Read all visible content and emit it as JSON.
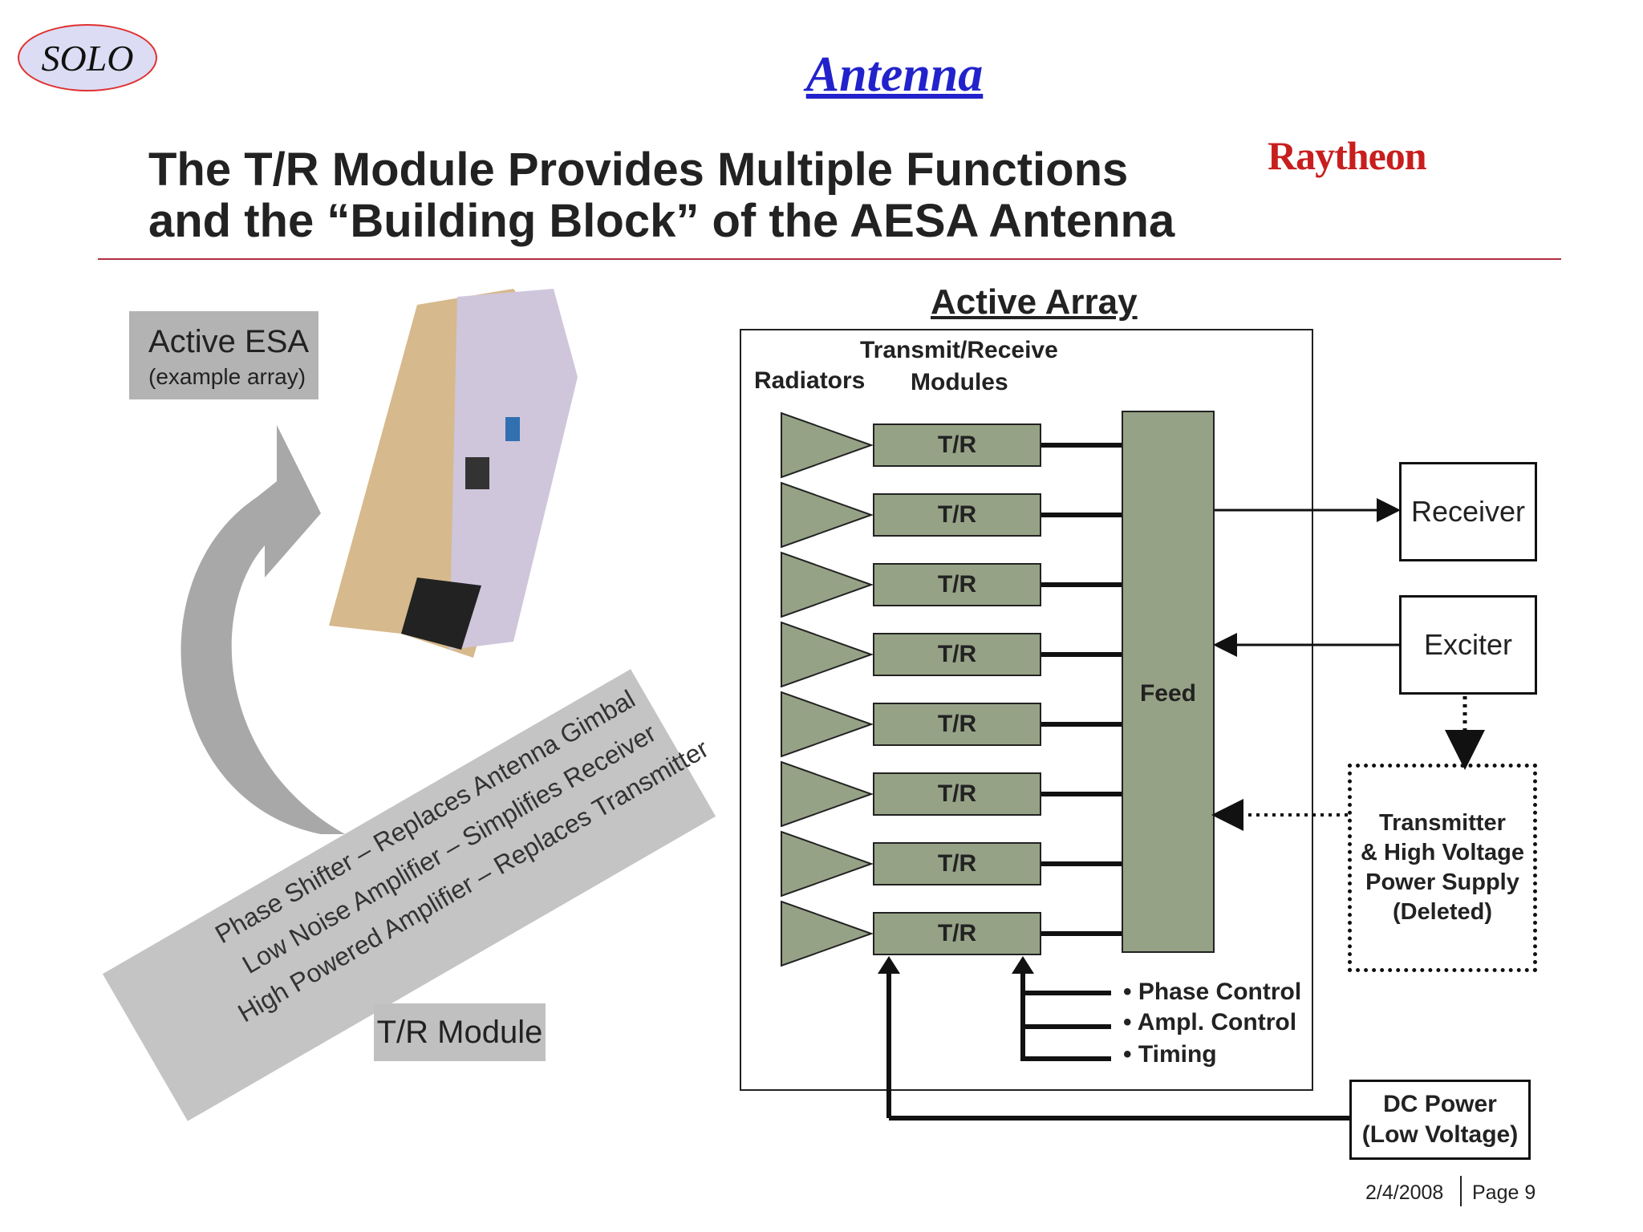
{
  "header": {
    "badge": "SOLO",
    "page_title": "Antenna",
    "slide_title_line1": "The T/R Module Provides Multiple Functions",
    "slide_title_line2": "and the “Building Block” of the AESA Antenna",
    "logo_text": "Raytheon"
  },
  "left_panel": {
    "esa_label_line1": "Active ESA",
    "esa_label_line2": "(example array)",
    "functions": [
      "Phase Shifter – Replaces Antenna Gimbal",
      "Low Noise Amplifier – Simplifies Receiver",
      "High Powered Amplifier – Replaces Transmitter"
    ],
    "module_label": "T/R Module"
  },
  "diagram": {
    "title": "Active Array",
    "col_radiators": "Radiators",
    "col_tr_line1": "Transmit/Receive",
    "col_tr_line2": "Modules",
    "tr_modules": [
      "T/R",
      "T/R",
      "T/R",
      "T/R",
      "T/R",
      "T/R",
      "T/R",
      "T/R"
    ],
    "feed": "Feed",
    "receiver": "Receiver",
    "exciter": "Exciter",
    "transmitter_lines": [
      "Transmitter",
      "& High Voltage",
      "Power Supply",
      "(Deleted)"
    ],
    "controls": [
      "• Phase Control",
      "• Ampl. Control",
      "• Timing"
    ],
    "dc_power_line1": "DC Power",
    "dc_power_line2": "(Low Voltage)"
  },
  "footer": {
    "date": "2/4/2008",
    "page": "Page 9"
  },
  "colors": {
    "title_blue": "#2222cc",
    "logo_red": "#c81e1e",
    "module_green": "#96a286",
    "label_gray": "#b3b3b3"
  }
}
